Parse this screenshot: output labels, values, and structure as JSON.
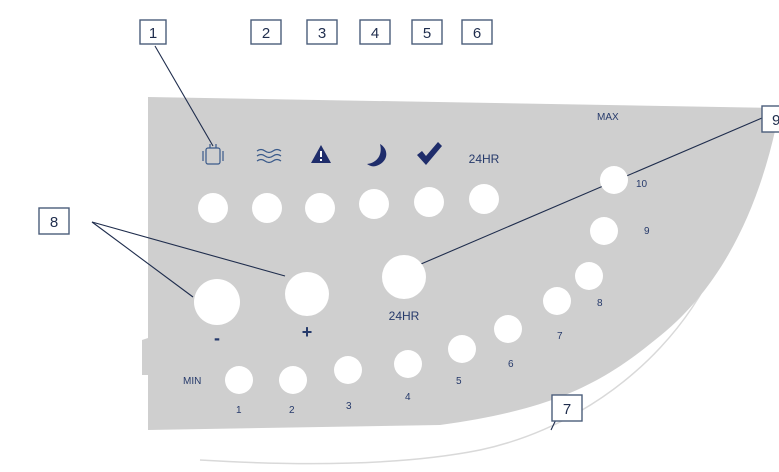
{
  "callouts": [
    "1",
    "2",
    "3",
    "4",
    "5",
    "6",
    "7",
    "8",
    "9"
  ],
  "icons": [
    "defrost-icon",
    "heater-icon",
    "warning-icon",
    "moon-icon",
    "checkmark-icon"
  ],
  "indicator_6_label": "24HR",
  "button_24hr_label": "24HR",
  "minus_label": "-",
  "plus_label": "+",
  "level_min_label": "MIN",
  "level_max_label": "MAX",
  "level_numbers": [
    "1",
    "2",
    "3",
    "4",
    "5",
    "6",
    "7",
    "8",
    "9",
    "10"
  ],
  "colors": {
    "panel": "#cfcfcf",
    "text": "#263a6b",
    "button": "#ffffff"
  }
}
